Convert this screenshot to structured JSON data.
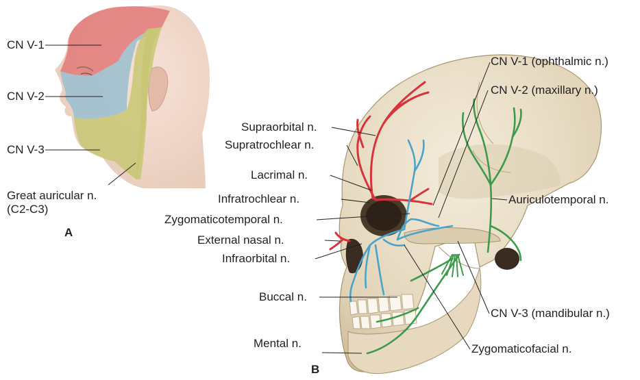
{
  "panel_a": {
    "letter": "A",
    "labels": {
      "cn_v1": "CN V-1",
      "cn_v2": "CN V-2",
      "cn_v3": "CN V-3",
      "great_auricular_line1": "Great auricular n.",
      "great_auricular_line2": "(C2-C3)"
    }
  },
  "panel_b": {
    "letter": "B",
    "labels": {
      "ophthalmic": "CN V-1 (ophthalmic n.)",
      "maxillary": "CN V-2 (maxillary n.)",
      "supraorbital": "Supraorbital n.",
      "supratrochlear": "Supratrochlear n.",
      "lacrimal": "Lacrimal n.",
      "infratrochlear": "Infratrochlear n.",
      "zygomaticotemporal": "Zygomaticotemporal n.",
      "external_nasal": "External nasal n.",
      "infraorbital": "Infraorbital n.",
      "auriculotemporal": "Auriculotemporal n.",
      "buccal": "Buccal n.",
      "mandibular": "CN V-3 (mandibular n.)",
      "mental": "Mental n.",
      "zygomaticofacial": "Zygomaticofacial n."
    }
  },
  "colors": {
    "v1_red": "#d8333b",
    "v2_blue": "#4aa3c8",
    "v3_green": "#3d9a4a",
    "skin": "#efd6c8",
    "bone": "#e8dcc4"
  }
}
